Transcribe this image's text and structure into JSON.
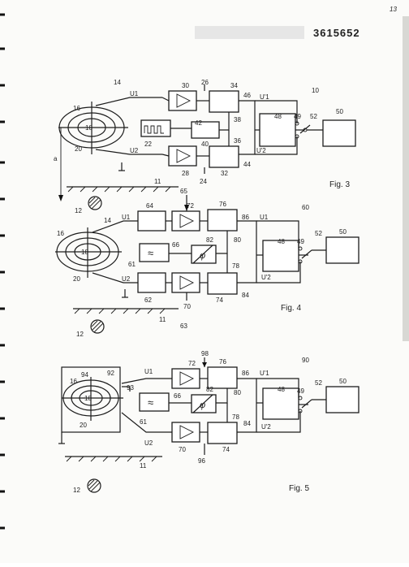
{
  "header": {
    "patent_number": "3615652",
    "page_mark": "13"
  },
  "figures": [
    {
      "caption": "Fig. 3",
      "ref": "10",
      "labels": [
        "14",
        "16",
        "18",
        "20",
        "22",
        "a",
        "11",
        "12",
        "30",
        "28",
        "34",
        "32",
        "38",
        "36",
        "40",
        "42",
        "46",
        "44",
        "26",
        "24",
        "48",
        "49",
        "52",
        "50"
      ],
      "signals": [
        "U1",
        "U2",
        "U'1",
        "U'2"
      ]
    },
    {
      "caption": "Fig. 4",
      "ref": "60",
      "labels": [
        "65",
        "72",
        "76",
        "86",
        "64",
        "14",
        "16",
        "18",
        "20",
        "61",
        "66",
        "82",
        "80",
        "78",
        "62",
        "70",
        "74",
        "84",
        "11",
        "12",
        "63",
        "48",
        "49",
        "52",
        "50"
      ],
      "signals": [
        "U1",
        "U2",
        "U1",
        "U'2"
      ],
      "symbols": [
        "≈",
        "φ"
      ]
    },
    {
      "caption": "Fig. 5",
      "ref": "90",
      "labels": [
        "98",
        "72",
        "76",
        "86",
        "16",
        "94",
        "92",
        "93",
        "18",
        "20",
        "61",
        "66",
        "82",
        "80",
        "78",
        "84",
        "70",
        "74",
        "96",
        "11",
        "12",
        "48",
        "49",
        "52",
        "50"
      ],
      "signals": [
        "U1",
        "U2",
        "U'1",
        "U'2"
      ],
      "symbols": [
        "≈",
        "φ"
      ]
    }
  ]
}
